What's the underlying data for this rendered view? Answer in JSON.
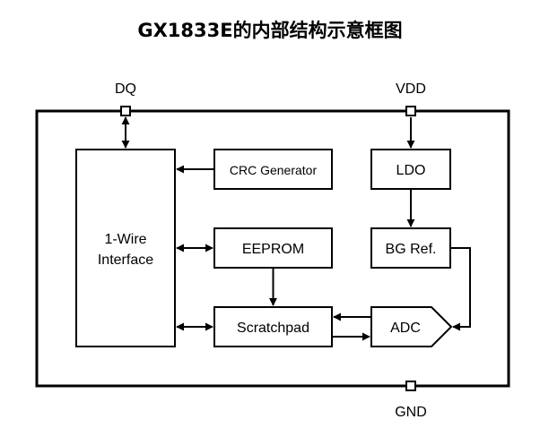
{
  "title": "GX1833E的内部结构示意框图",
  "pins": {
    "dq": "DQ",
    "vdd": "VDD",
    "gnd": "GND"
  },
  "blocks": {
    "one_wire_line1": "1-Wire",
    "one_wire_line2": "Interface",
    "crc": "CRC Generator",
    "eeprom": "EEPROM",
    "scratchpad": "Scratchpad",
    "ldo": "LDO",
    "bg_ref": "BG Ref.",
    "adc": "ADC"
  },
  "colors": {
    "line": "#000000",
    "background": "#ffffff"
  }
}
